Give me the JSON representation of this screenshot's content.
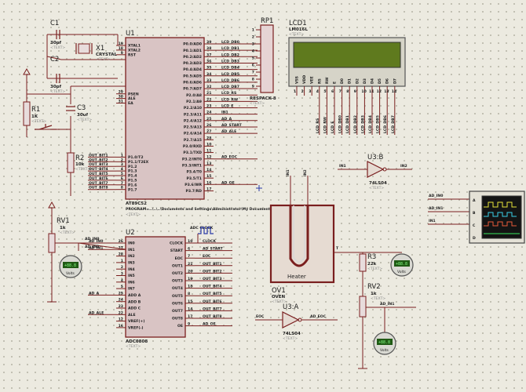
{
  "components": {
    "c1": {
      "ref": "C1",
      "value": "30pf",
      "ghost": "<TEXT>"
    },
    "c2": {
      "ref": "C2",
      "value": "30pf",
      "ghost": "<TEXT>"
    },
    "c3": {
      "ref": "C3",
      "value": "30uf",
      "ghost": "<TEXT>"
    },
    "x1": {
      "ref": "X1",
      "value": "CRYSTAL",
      "ghost": "<TEXT>"
    },
    "r1": {
      "ref": "R1",
      "value": "1K",
      "ghost": "<TEXT>"
    },
    "r2": {
      "ref": "R2",
      "value": "10k",
      "ghost": "<TEXT>"
    },
    "r3": {
      "ref": "R3",
      "value": "22k",
      "ghost": "<TEXT>"
    },
    "rv1": {
      "ref": "RV1",
      "value": "1k",
      "ghost": "<TEXT>"
    },
    "rv2": {
      "ref": "RV2",
      "value": "1k",
      "ghost": "<TEXT>"
    },
    "rp1": {
      "ref": "RP1",
      "value": "RESPACK-8",
      "ghost": "<TEXT>"
    },
    "lcd1": {
      "ref": "LCD1",
      "value": "LM016L",
      "ghost": "<TEXT>"
    },
    "u3a": {
      "ref": "U3:A",
      "value": "74LS04",
      "ghost": "<TEXT>"
    },
    "u3b": {
      "ref": "U3:B",
      "value": "74LS04",
      "ghost": "<TEXT>"
    },
    "ov1": {
      "ref": "OV1",
      "value": "OVEN",
      "ghost": "<TEXT>",
      "label": "Heater"
    },
    "u2": {
      "ref": "U2",
      "value": "ADC0808",
      "ghost": "<TEXT>"
    },
    "u1": {
      "ref": "U1",
      "value": "AT89C52",
      "program": "PROGRAM=..\\..\\..\\Documents and Settings\\Administrator\\My Documents\\Temp_control.hex",
      "ghost": "<TEXT>"
    },
    "clock": {
      "value": "ADC CLOCK"
    },
    "volt_unit": "Volts",
    "volt_reading": "+88.8"
  },
  "u1_left": [
    {
      "pin": "19",
      "name": "XTAL1"
    },
    {
      "pin": "18",
      "name": "XTAL2"
    },
    {
      "pin": "9",
      "name": "RST"
    },
    {
      "pin": "29",
      "name": "PSEN"
    },
    {
      "pin": "30",
      "name": "ALE"
    },
    {
      "pin": "31",
      "name": "EA"
    },
    {
      "pin": "1",
      "name": "P1.0/T2",
      "net": "OUT_BIT1"
    },
    {
      "pin": "2",
      "name": "P1.1/T2EX",
      "net": "OUT_BIT2"
    },
    {
      "pin": "3",
      "name": "P1.2",
      "net": "OUT_BIT3"
    },
    {
      "pin": "4",
      "name": "P1.3",
      "net": "OUT_BIT4"
    },
    {
      "pin": "5",
      "name": "P1.4",
      "net": "OUT_BIT5"
    },
    {
      "pin": "6",
      "name": "P1.5",
      "net": "OUT_BIT6"
    },
    {
      "pin": "7",
      "name": "P1.6",
      "net": "OUT_BIT7"
    },
    {
      "pin": "8",
      "name": "P1.7",
      "net": "OUT_BIT8"
    }
  ],
  "u1_right": [
    {
      "pin": "39",
      "name": "P0.0/AD0",
      "net": "LCD_DB0"
    },
    {
      "pin": "38",
      "name": "P0.1/AD1",
      "net": "LCD_DB1"
    },
    {
      "pin": "37",
      "name": "P0.2/AD2",
      "net": "LCD_DB2"
    },
    {
      "pin": "36",
      "name": "P0.3/AD3",
      "net": "LCD_DB3"
    },
    {
      "pin": "35",
      "name": "P0.4/AD4",
      "net": "LCD_DB4"
    },
    {
      "pin": "34",
      "name": "P0.5/AD5",
      "net": "LCD_DB5"
    },
    {
      "pin": "33",
      "name": "P0.6/AD6",
      "net": "LCD_DB6"
    },
    {
      "pin": "32",
      "name": "P0.7/AD7",
      "net": "LCD_DB7"
    },
    {
      "pin": "21",
      "name": "P2.0/A8",
      "net": "LCD_RS"
    },
    {
      "pin": "22",
      "name": "P2.1/A9",
      "net": "LCD_RW"
    },
    {
      "pin": "23",
      "name": "P2.2/A10",
      "net": "LCD_E"
    },
    {
      "pin": "24",
      "name": "P2.3/A11",
      "net": "IN1"
    },
    {
      "pin": "25",
      "name": "P2.4/A12",
      "net": "AD_A"
    },
    {
      "pin": "26",
      "name": "P2.5/A13",
      "net": "AD_START"
    },
    {
      "pin": "27",
      "name": "P2.6/A14",
      "net": "AD_ALE"
    },
    {
      "pin": "28",
      "name": "P2.7/A15"
    },
    {
      "pin": "10",
      "name": "P3.0/RXD"
    },
    {
      "pin": "11",
      "name": "P3.1/TXD"
    },
    {
      "pin": "12",
      "name": "P3.2/INT0",
      "net": "AD_EOC"
    },
    {
      "pin": "13",
      "name": "P3.3/INT1"
    },
    {
      "pin": "14",
      "name": "P3.4/T0"
    },
    {
      "pin": "15",
      "name": "P3.5/T1"
    },
    {
      "pin": "16",
      "name": "P3.6/WR",
      "net": "AD_OE"
    },
    {
      "pin": "17",
      "name": "P3.7/RD"
    }
  ],
  "u2_left": [
    {
      "pin": "26",
      "name": "IN0",
      "net": "AD_IN0"
    },
    {
      "pin": "27",
      "name": "IN1",
      "net": "AD_IN1"
    },
    {
      "pin": "28",
      "name": "IN2"
    },
    {
      "pin": "1",
      "name": "IN3"
    },
    {
      "pin": "2",
      "name": "IN4"
    },
    {
      "pin": "3",
      "name": "IN5"
    },
    {
      "pin": "4",
      "name": "IN6"
    },
    {
      "pin": "5",
      "name": "IN7"
    },
    {
      "pin": "25",
      "name": "ADD A",
      "net": "AD_A"
    },
    {
      "pin": "24",
      "name": "ADD B"
    },
    {
      "pin": "23",
      "name": "ADD C"
    },
    {
      "pin": "22",
      "name": "ALE",
      "net": "AD_ALE"
    },
    {
      "pin": "12",
      "name": "VREF(+)"
    },
    {
      "pin": "16",
      "name": "VREF(-)"
    }
  ],
  "u2_right": [
    {
      "pin": "10",
      "name": "CLOCK",
      "net": "CLOCK"
    },
    {
      "pin": "6",
      "name": "START",
      "net": "AD_START"
    },
    {
      "pin": "7",
      "name": "EOC",
      "net": "EOC"
    },
    {
      "pin": "21",
      "name": "OUT1",
      "net": "OUT_BIT1"
    },
    {
      "pin": "20",
      "name": "OUT2",
      "net": "OUT_BIT2"
    },
    {
      "pin": "19",
      "name": "OUT3",
      "net": "OUT_BIT3"
    },
    {
      "pin": "18",
      "name": "OUT4",
      "net": "OUT_BIT4"
    },
    {
      "pin": "8",
      "name": "OUT5",
      "net": "OUT_BIT5"
    },
    {
      "pin": "15",
      "name": "OUT6",
      "net": "OUT_BIT6"
    },
    {
      "pin": "14",
      "name": "OUT7",
      "net": "OUT_BIT7"
    },
    {
      "pin": "17",
      "name": "OUT8",
      "net": "OUT_BIT8"
    },
    {
      "pin": "9",
      "name": "OE",
      "net": "AD_OE"
    }
  ],
  "rp1_pins": [
    "1",
    "2",
    "3",
    "4",
    "5",
    "6",
    "7",
    "8",
    "9"
  ],
  "lcd_pins": [
    {
      "pin": "1",
      "name": "VSS"
    },
    {
      "pin": "2",
      "name": "VDD"
    },
    {
      "pin": "3",
      "name": "VEE"
    },
    {
      "pin": "4",
      "name": "RS",
      "net": "LCD_RS"
    },
    {
      "pin": "5",
      "name": "RW",
      "net": "LCD_RW"
    },
    {
      "pin": "6",
      "name": "E",
      "net": "LCD_E"
    },
    {
      "pin": "7",
      "name": "D0",
      "net": "LCD_DB0"
    },
    {
      "pin": "8",
      "name": "D1",
      "net": "LCD_DB1"
    },
    {
      "pin": "9",
      "name": "D2",
      "net": "LCD_DB2"
    },
    {
      "pin": "10",
      "name": "D3",
      "net": "LCD_DB3"
    },
    {
      "pin": "11",
      "name": "D4",
      "net": "LCD_DB4"
    },
    {
      "pin": "12",
      "name": "D5",
      "net": "LCD_DB5"
    },
    {
      "pin": "13",
      "name": "D6",
      "net": "LCD_DB6"
    },
    {
      "pin": "14",
      "name": "D7",
      "net": "LCD_DB7"
    }
  ],
  "misc_labels": {
    "oven_in1": "IN1",
    "oven_in2": "IN2",
    "oven_t": "T",
    "u3b_in": "IN1",
    "u3b_out": "IN2",
    "u3a_in": "EOC",
    "u3a_out": "AD_EOC",
    "scope_a": "AD_IN0",
    "scope_b": "AD_IN1",
    "scope_c": "IN1",
    "rv2_net": "AD_IN1",
    "rv1_in0": "AD_IN0",
    "rv1_in1": "AD_IN1",
    "scope_channels": [
      "A",
      "B",
      "C",
      "D"
    ]
  },
  "colors": {
    "wire": "#7a1f1f",
    "chip_fill": "#d9c4c4",
    "lcd_screen": "#5f7a1e",
    "voltmeter_display": "#1f5a14",
    "scope_screen": "#141414"
  }
}
